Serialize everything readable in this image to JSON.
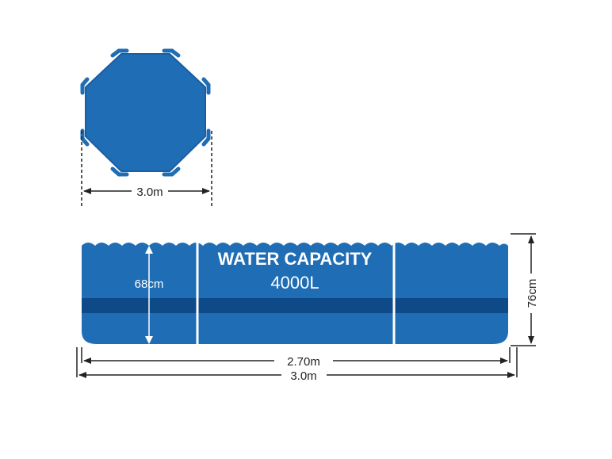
{
  "top_view": {
    "width_label": "3.0m"
  },
  "side_view": {
    "capacity_title": "WATER CAPACITY",
    "capacity_value": "4000L",
    "water_depth_label": "68cm",
    "wall_height_label": "76cm",
    "inner_length_label": "2.70m",
    "outer_length_label": "3.0m"
  },
  "colors": {
    "pool_blue": "#1f6db5",
    "band_dark": "#0d4a87",
    "outline": "#1a5ea3",
    "line": "#222222"
  }
}
